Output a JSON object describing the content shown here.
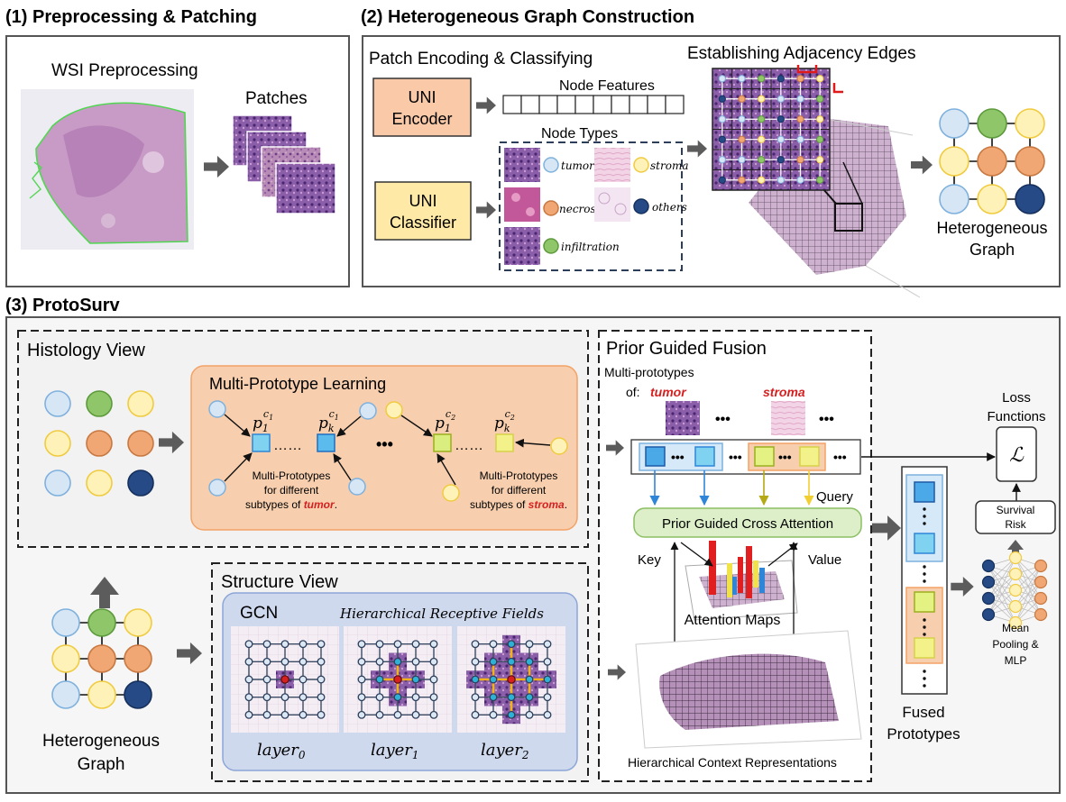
{
  "panel1": {
    "title": "(1) Preprocessing & Patching",
    "wsi_label": "WSI Preprocessing",
    "patches_label": "Patches"
  },
  "panel2": {
    "title": "(2) Heterogeneous Graph Construction",
    "encoding_label": "Patch Encoding & Classifying",
    "adjacency_label": "Establishing Adjacency Edges",
    "encoder_line1": "UNI",
    "encoder_line2": "Encoder",
    "classifier_line1": "UNI",
    "classifier_line2": "Classifier",
    "node_features_label": "Node Features",
    "node_types_label": "Node Types",
    "types": [
      "tumor",
      "stroma",
      "necrosis",
      "others",
      "infiltration"
    ],
    "graph_line1": "Heterogeneous",
    "graph_line2": "Graph"
  },
  "panel3": {
    "title": "(3) ProtoSurv",
    "histology_view": "Histology View",
    "mpl_title": "Multi-Prototype Learning",
    "p_sym": "p",
    "sub_1": "1",
    "sub_k": "k",
    "sup_c1": "c",
    "sup_c1_sub": "1",
    "sup_c2_sub": "2",
    "dots_short": "……",
    "dots_mid": "•••",
    "mp_tumor_line1": "Multi-Prototypes",
    "mp_tumor_line2": "for different",
    "mp_tumor_line3": "subtypes of",
    "tumor_word": "tumor",
    "stroma_word": "stroma",
    "period": ".",
    "structure_view": "Structure View",
    "gcn": "GCN",
    "hrf": "Hierarchical Receptive Fields",
    "layer_word": "layer",
    "layer_subs": [
      "0",
      "1",
      "2"
    ],
    "graph_line1": "Heterogeneous",
    "graph_line2": "Graph",
    "fusion_title": "Prior Guided Fusion",
    "multi_prototypes_of": "Multi-prototypes",
    "of_word": "of:",
    "tumor_bold": "tumor",
    "stroma_bold": "stroma",
    "query": "Query",
    "key": "Key",
    "value": "Value",
    "cross_attention": "Prior Guided Cross Attention",
    "attention_maps": "Attention Maps",
    "hcr": "Hierarchical Context Representations",
    "fused_line1": "Fused",
    "fused_line2": "Prototypes",
    "loss_line1": "Loss",
    "loss_line2": "Functions",
    "loss_symbol": "ℒ",
    "survival_line1": "Survival",
    "survival_line2": "Risk",
    "mlp_line1": "Mean",
    "mlp_line2": "Pooling &",
    "mlp_line3": "MLP"
  },
  "colors": {
    "tumor": "#d6e6f5",
    "infiltration": "#8fc66a",
    "stroma": "#fff2b8",
    "necrosis": "#f0a774",
    "others": "#254a86",
    "encoder_fill": "#f9c9a8",
    "classifier_fill": "#ffe9a6",
    "mpl_fill": "#f7cfae",
    "gcn_fill": "#cfd9ee",
    "attn_fill": "#dcefc9",
    "red_accent": "#d62020"
  }
}
